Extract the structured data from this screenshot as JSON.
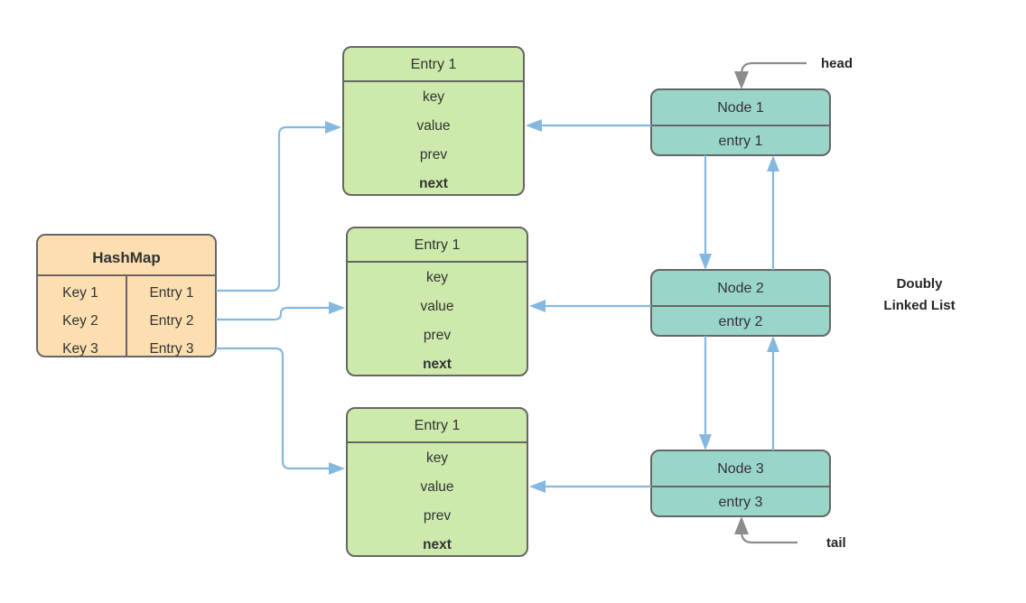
{
  "diagram": {
    "title_label": "Doubly Linked List",
    "colors": {
      "hashmap_fill": "#fcdeb0",
      "entry_fill": "#cdeaac",
      "node_fill": "#9ad5ca",
      "box_border": "#666666",
      "blue_connector": "#85b8e0",
      "gray_connector": "#8c8c8c",
      "background": "#ffffff"
    },
    "hashmap": {
      "title": "HashMap",
      "rows": [
        {
          "key": "Key 1",
          "entry": "Entry 1"
        },
        {
          "key": "Key 2",
          "entry": "Entry 2"
        },
        {
          "key": "Key 3",
          "entry": "Entry 3"
        }
      ]
    },
    "entries": [
      {
        "title": "Entry 1",
        "fields": [
          "key",
          "value",
          "prev",
          "next"
        ]
      },
      {
        "title": "Entry 1",
        "fields": [
          "key",
          "value",
          "prev",
          "next"
        ]
      },
      {
        "title": "Entry 1",
        "fields": [
          "key",
          "value",
          "prev",
          "next"
        ]
      }
    ],
    "nodes": [
      {
        "title": "Node 1",
        "entry": "entry 1"
      },
      {
        "title": "Node 2",
        "entry": "entry 2"
      },
      {
        "title": "Node 3",
        "entry": "entry 3"
      }
    ],
    "annotations": {
      "head": "head",
      "tail": "tail"
    }
  }
}
